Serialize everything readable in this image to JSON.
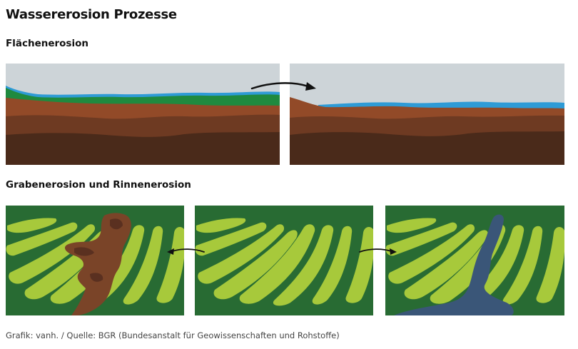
{
  "title": "Wassererosion Prozesse",
  "sections": {
    "sheet": {
      "heading": "Flächenerosion"
    },
    "gully": {
      "heading": "Grabenerosion und Rinnenerosion"
    }
  },
  "source": "Grafik: vanh. / Quelle: BGR (Bundesanstalt für Geowissenschaften und Rohstoffe)",
  "colors": {
    "sky": "#cdd4d8",
    "water": "#2e9bd6",
    "grass": "#1f8a3f",
    "soil_upper": "#924a28",
    "soil_middle": "#6e3a22",
    "soil_lower": "#4a2a1a",
    "field_dark": "#286b33",
    "field_light": "#a7c93b",
    "eroded_soil": "#7a4428",
    "gully_water": "#3a5678",
    "arrow": "#111111"
  }
}
